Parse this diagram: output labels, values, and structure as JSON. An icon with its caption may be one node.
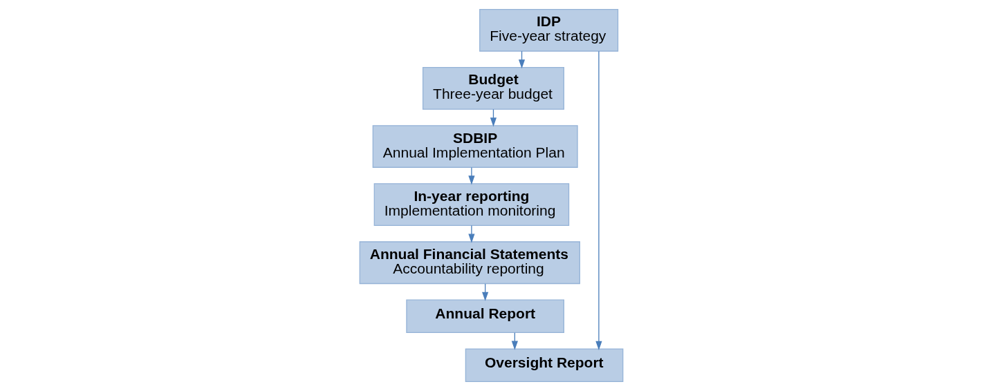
{
  "diagram": {
    "nodes": [
      {
        "text": [
          "IDP",
          "Five-year strategy"
        ]
      },
      {
        "text": [
          "Budget",
          "Three-year budget"
        ]
      },
      {
        "text": [
          "SDBIP",
          "Annual Implementation Plan"
        ]
      },
      {
        "text": [
          "In-year reporting",
          "Implementation monitoring"
        ]
      },
      {
        "text": [
          "Annual Financial Statements",
          "Accountability reporting"
        ]
      },
      {
        "text": [
          "Oversight Report"
        ]
      },
      {
        "text": [
          "Annual Report"
        ]
      }
    ],
    "edges": [
      {
        "from": 0,
        "to": 1,
        "arrow": "to"
      },
      {
        "from": 1,
        "to": 2,
        "arrow": "to"
      },
      {
        "from": 2,
        "to": 3,
        "arrow": "to"
      },
      {
        "from": 3,
        "to": 4,
        "arrow": "to"
      },
      {
        "from": 4,
        "to": 6,
        "arrow": "to"
      },
      {
        "from": 0,
        "to": 5,
        "arrow": "to"
      },
      {
        "from": 6,
        "to": 5,
        "arrow": "to"
      }
    ]
  }
}
